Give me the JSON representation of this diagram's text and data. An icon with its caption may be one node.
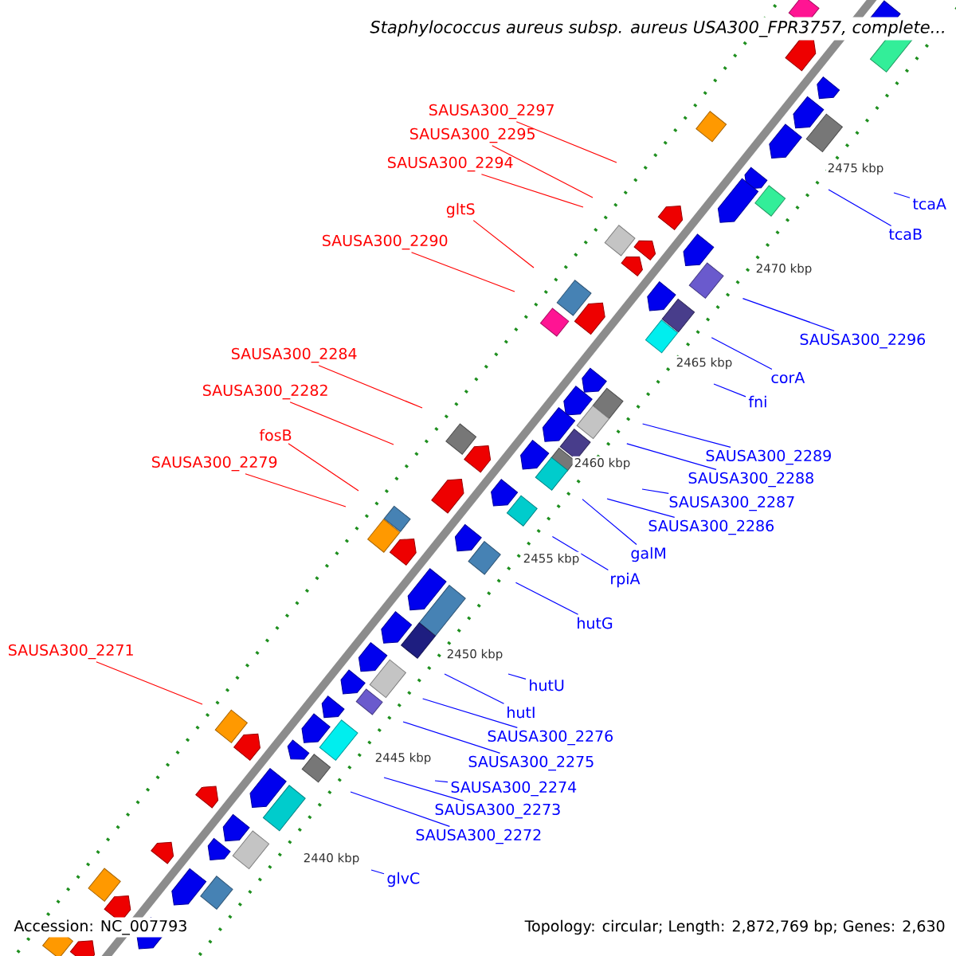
{
  "diagram": {
    "title": "Staphylococcus aureus subsp. aureus USA300_FPR3757, complete...",
    "nodes": [
      {
        "text": [
          "SAUSA300_2297"
        ]
      },
      {
        "text": [
          "SAUSA300_2295"
        ]
      },
      {
        "text": [
          "SAUSA300_2294"
        ]
      },
      {
        "text": [
          "tcaA"
        ]
      },
      {
        "text": [
          "gltS"
        ]
      },
      {
        "text": [
          "tcaB"
        ]
      },
      {
        "text": [
          "SAUSA300_2290"
        ]
      },
      {
        "text": [
          "SAUSA300_2296"
        ]
      },
      {
        "text": [
          "SAUSA300_2284"
        ]
      },
      {
        "text": [
          "corA"
        ]
      },
      {
        "text": [
          "SAUSA300_2282"
        ]
      },
      {
        "text": [
          "fni"
        ]
      },
      {
        "text": [
          "fosB"
        ]
      },
      {
        "text": [
          "SAUSA300_2289"
        ]
      },
      {
        "text": [
          "SAUSA300_2279"
        ]
      },
      {
        "text": [
          "SAUSA300_2288"
        ]
      },
      {
        "text": [
          "SAUSA300_2287"
        ]
      },
      {
        "text": [
          "SAUSA300_2286"
        ]
      },
      {
        "text": [
          "galM"
        ]
      },
      {
        "text": [
          "rpiA"
        ]
      },
      {
        "text": [
          "hutG"
        ]
      },
      {
        "text": [
          "SAUSA300_2271"
        ]
      },
      {
        "text": [
          "hutU"
        ]
      },
      {
        "text": [
          "hutI"
        ]
      },
      {
        "text": [
          "SAUSA300_2276"
        ]
      },
      {
        "text": [
          "SAUSA300_2275"
        ]
      },
      {
        "text": [
          "SAUSA300_2274"
        ]
      },
      {
        "text": [
          "SAUSA300_2273"
        ]
      },
      {
        "text": [
          "SAUSA300_2272"
        ]
      },
      {
        "text": [
          "glvC"
        ]
      }
    ],
    "edges": [
      {
        "from": 0,
        "to": null,
        "arrow": "none",
        "color": "#ff0000"
      },
      {
        "from": 1,
        "to": null,
        "arrow": "none",
        "color": "#ff0000"
      },
      {
        "from": 2,
        "to": null,
        "arrow": "none",
        "color": "#ff0000"
      },
      {
        "from": 3,
        "to": null,
        "arrow": "none"
      },
      {
        "from": 4,
        "to": null,
        "arrow": "none",
        "color": "#ff0000"
      },
      {
        "from": 5,
        "to": null,
        "arrow": "none"
      },
      {
        "from": 6,
        "to": null,
        "arrow": "none",
        "color": "#ff0000"
      },
      {
        "from": 7,
        "to": null,
        "arrow": "none"
      },
      {
        "from": 8,
        "to": null,
        "arrow": "none",
        "color": "#ff0000"
      },
      {
        "from": 9,
        "to": null,
        "arrow": "none"
      },
      {
        "from": 10,
        "to": null,
        "arrow": "none",
        "color": "#ff0000"
      },
      {
        "from": 11,
        "to": null,
        "arrow": "none"
      },
      {
        "from": 12,
        "to": null,
        "arrow": "none",
        "color": "#ff0000"
      },
      {
        "from": 13,
        "to": null,
        "arrow": "none"
      },
      {
        "from": 14,
        "to": null,
        "arrow": "none",
        "color": "#ff0000"
      },
      {
        "from": 15,
        "to": null,
        "arrow": "none"
      },
      {
        "from": 16,
        "to": null,
        "arrow": "none"
      },
      {
        "from": 17,
        "to": null,
        "arrow": "none"
      },
      {
        "from": 18,
        "to": null,
        "arrow": "none"
      },
      {
        "from": 19,
        "to": null,
        "arrow": "none"
      },
      {
        "from": 20,
        "to": null,
        "arrow": "none"
      },
      {
        "from": 21,
        "to": null,
        "arrow": "none",
        "color": "#ff0000"
      },
      {
        "from": 22,
        "to": null,
        "arrow": "none"
      },
      {
        "from": 23,
        "to": null,
        "arrow": "none"
      },
      {
        "from": 24,
        "to": null,
        "arrow": "none"
      },
      {
        "from": 25,
        "to": null,
        "arrow": "none"
      },
      {
        "from": 26,
        "to": null,
        "arrow": "none"
      },
      {
        "from": 27,
        "to": null,
        "arrow": "none"
      },
      {
        "from": 28,
        "to": null,
        "arrow": "none"
      },
      {
        "from": 29,
        "to": null,
        "arrow": "none"
      }
    ],
    "labels": [
      "2475 kbp",
      "2470 kbp",
      "2465 kbp",
      "2460 kbp",
      "2455 kbp",
      "2450 kbp",
      "2445 kbp",
      "2440 kbp",
      "Accession: NC_007793",
      "Topology: circular; Length: 2,872,769 bp; Genes: 2,630"
    ]
  }
}
